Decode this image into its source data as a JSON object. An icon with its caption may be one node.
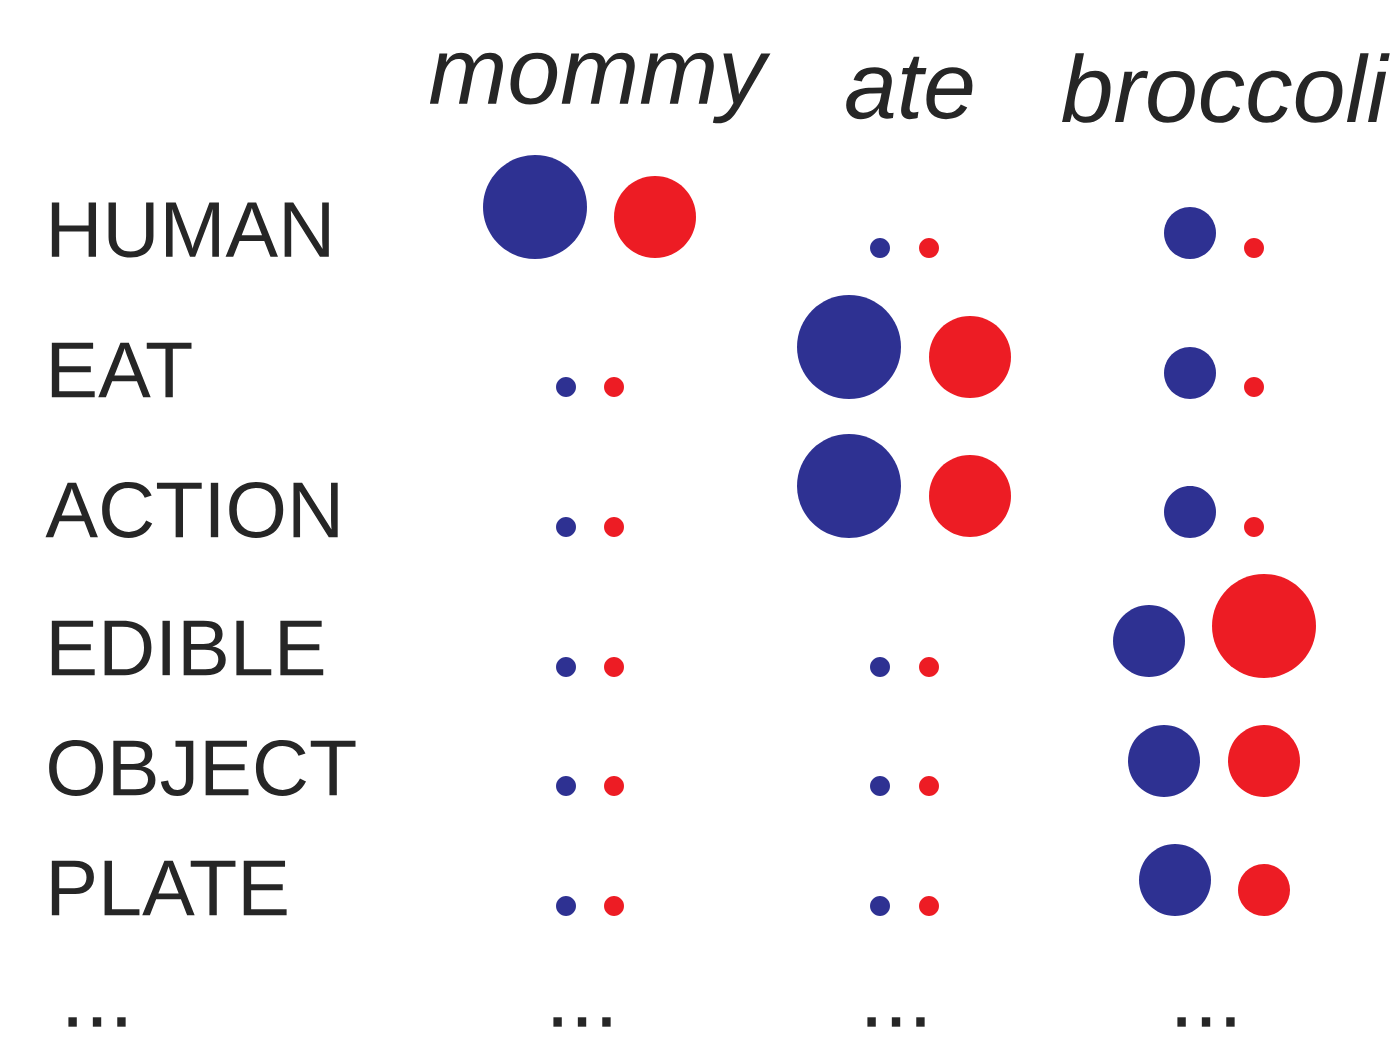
{
  "diagram": {
    "labels": [
      "mommy",
      "ate",
      "broccoli",
      "HUMAN",
      "EAT",
      "ACTION",
      "EDIBLE",
      "OBJECT",
      "PLATE",
      "...",
      "...",
      "...",
      "..."
    ]
  }
}
